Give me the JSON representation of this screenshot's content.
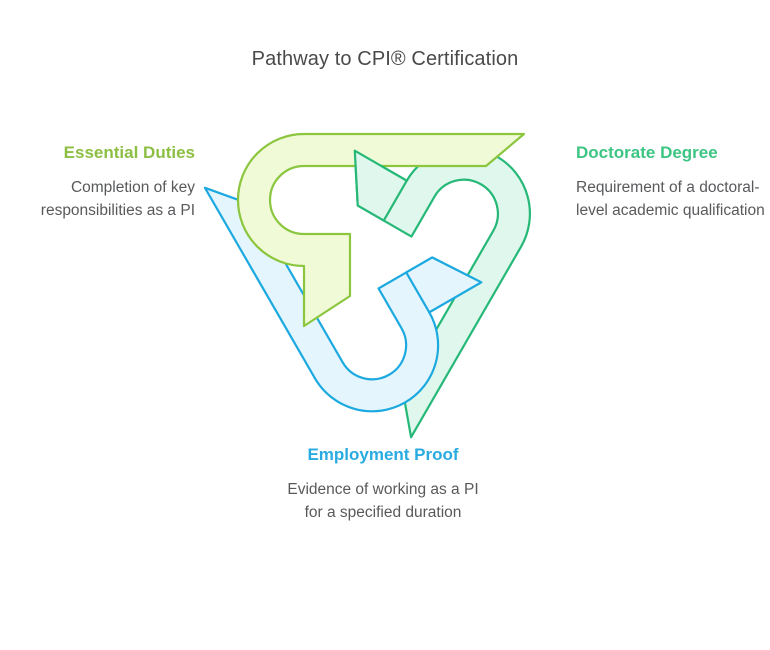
{
  "title": "Pathway to CPI® Certification",
  "diagram": {
    "type": "interlocking-hooks-trefoil",
    "background": "#ffffff",
    "title_color": "#4a4a4a",
    "description_color": "#58595b",
    "nodes": [
      {
        "id": "essential-duties",
        "position": "left",
        "title": "Essential Duties",
        "description": "Completion of key responsibilities as a PI",
        "stroke": "#8CC63F",
        "fill": "#F0FAD7",
        "title_color": "#8cbf43"
      },
      {
        "id": "doctorate-degree",
        "position": "right",
        "title": "Doctorate Degree",
        "description": "Requirement of a doctoral-level academic qualification",
        "stroke": "#25B877",
        "fill": "#DFF7EC",
        "title_color": "#3cc583"
      },
      {
        "id": "employment-proof",
        "position": "bottom",
        "title": "Employment Proof",
        "description": "Evidence of working as a PI for a specified duration",
        "stroke": "#1CA9E0",
        "fill": "#E4F5FD",
        "title_color": "#29abe2"
      }
    ]
  }
}
